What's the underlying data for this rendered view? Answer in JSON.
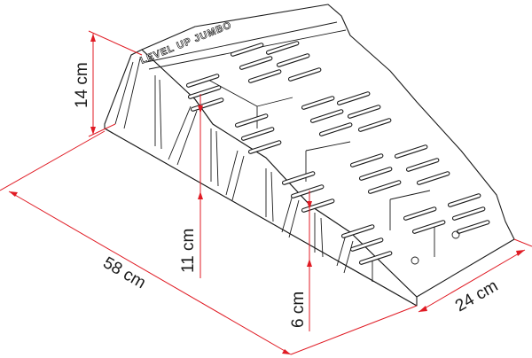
{
  "product": {
    "brand_text": "LEVEL UP JUMBO"
  },
  "dimensions": {
    "height_max": "14 cm",
    "height_mid": "11 cm",
    "height_low": "6 cm",
    "length": "58 cm",
    "width": "24 cm"
  },
  "colors": {
    "dimension_lines": "#e01b24",
    "drawing_lines": "#1a1a1a",
    "background": "#ffffff"
  }
}
